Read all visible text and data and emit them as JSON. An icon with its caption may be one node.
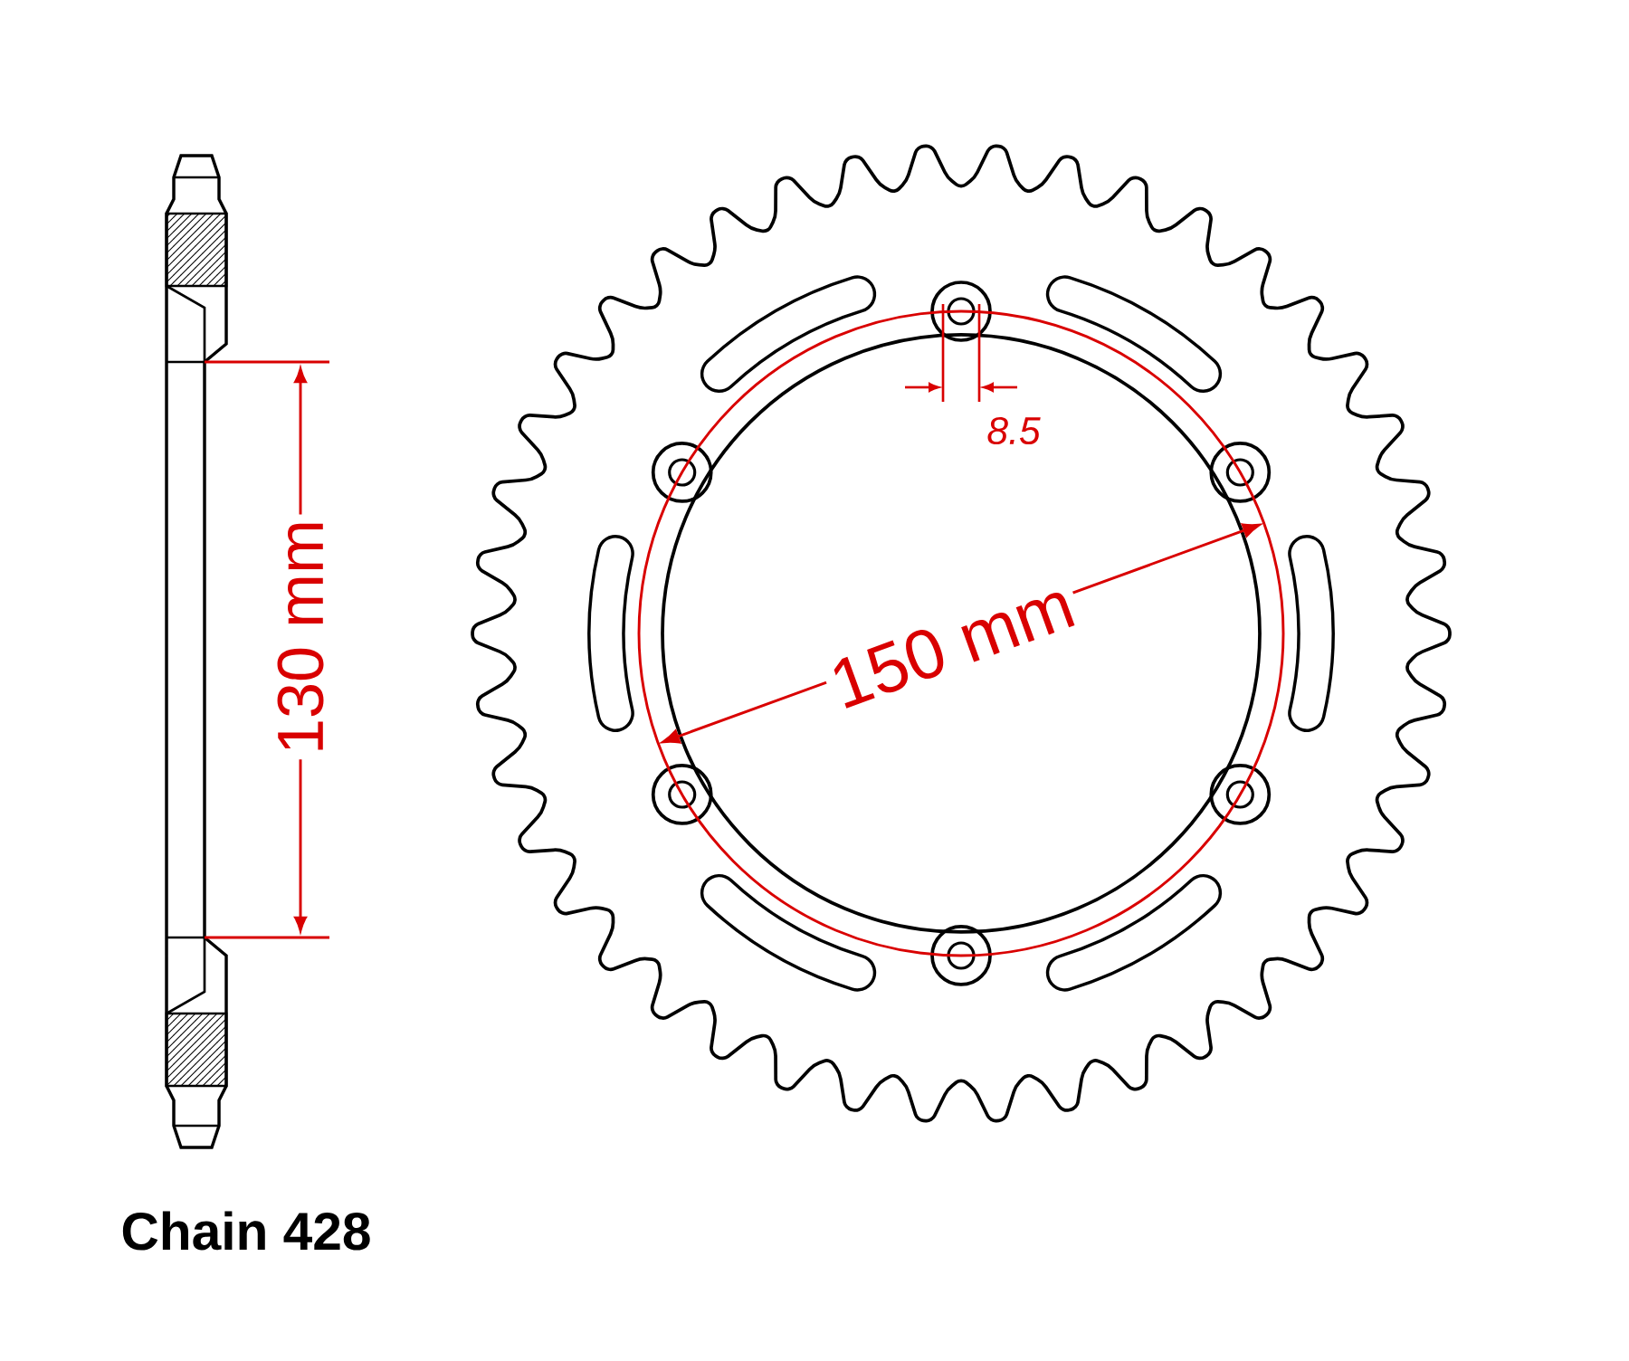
{
  "diagram": {
    "labels": [
      "8.5",
      "150 mm",
      "130 mm",
      "Chain 428"
    ]
  }
}
